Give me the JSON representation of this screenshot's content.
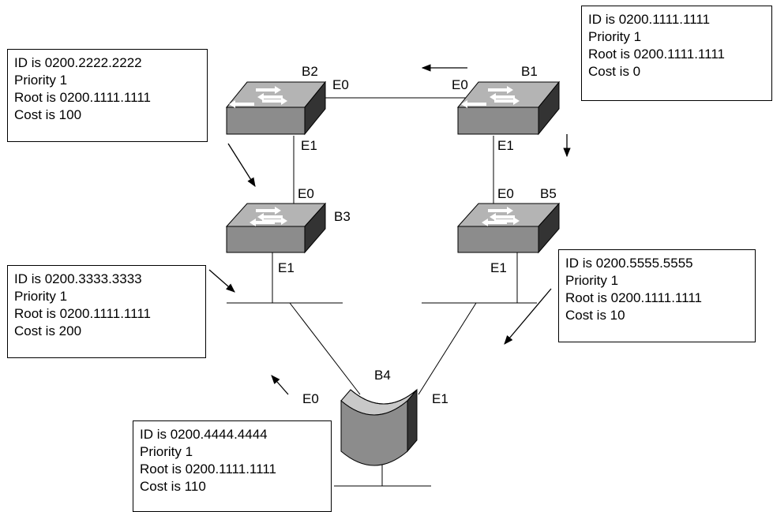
{
  "bridges": {
    "b1": {
      "name": "B1",
      "info": [
        "ID is 0200.1111.1111",
        "Priority 1",
        "Root is 0200.1111.1111",
        "Cost is 0"
      ],
      "ports": {
        "e0": "E0",
        "e1": "E1"
      }
    },
    "b2": {
      "name": "B2",
      "info": [
        "ID is 0200.2222.2222",
        "Priority 1",
        "Root is 0200.1111.1111",
        "Cost is 100"
      ],
      "ports": {
        "e0": "E0",
        "e1": "E1"
      }
    },
    "b3": {
      "name": "B3",
      "info": [
        "ID is 0200.3333.3333",
        "Priority 1",
        "Root is 0200.1111.1111",
        "Cost is 200"
      ],
      "ports": {
        "e0": "E0",
        "e1": "E1"
      }
    },
    "b4": {
      "name": "B4",
      "info": [
        "ID is 0200.4444.4444",
        "Priority 1",
        "Root is 0200.1111.1111",
        "Cost is 110"
      ],
      "ports": {
        "e0": "E0",
        "e1": "E1"
      }
    },
    "b5": {
      "name": "B5",
      "info": [
        "ID is 0200.5555.5555",
        "Priority 1",
        "Root is 0200.1111.1111",
        "Cost is 10"
      ],
      "ports": {
        "e0": "E0",
        "e1": "E1"
      }
    }
  },
  "colors": {
    "switch_top": "#b4b4b4",
    "switch_front": "#8c8c8c",
    "switch_side": "#333333",
    "line": "#000000"
  }
}
